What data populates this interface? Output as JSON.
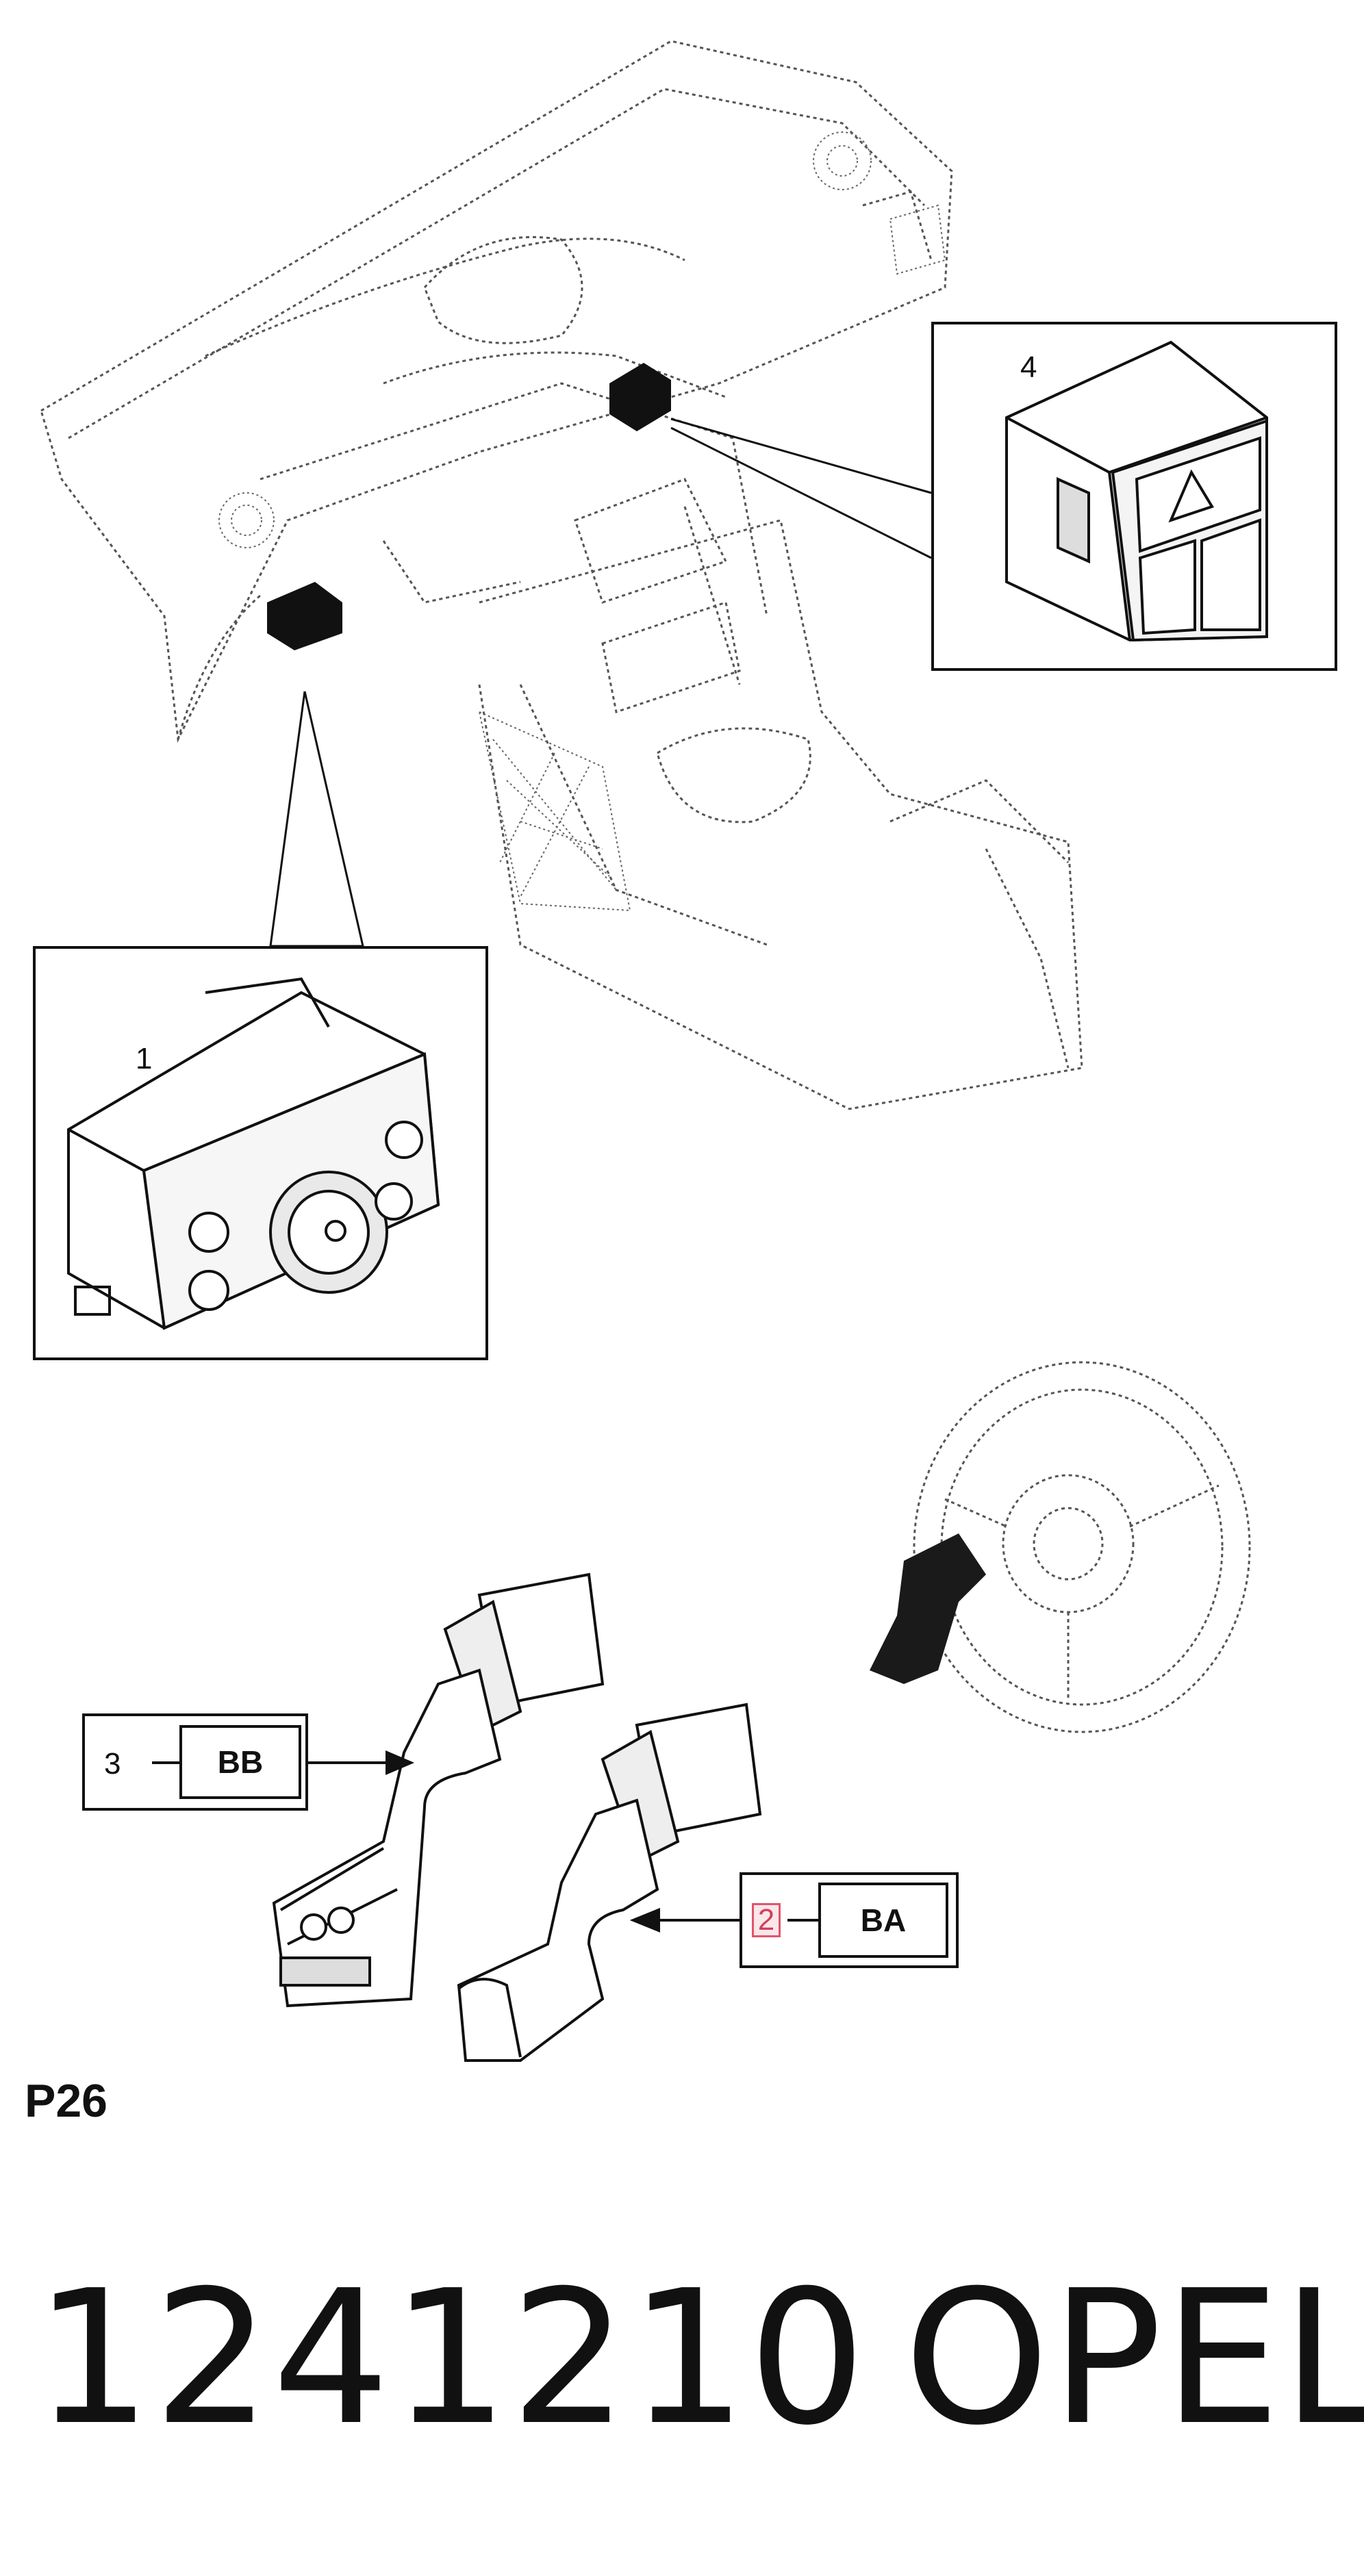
{
  "callouts": {
    "c1": "1",
    "c2": "2",
    "c3": "3",
    "c4": "4"
  },
  "codes": {
    "bb": "BB",
    "ba": "BA"
  },
  "page_code": "P26",
  "part_number": "1241210",
  "brand": "OPEL",
  "colors": {
    "line": "#111111",
    "dotted": "#555555",
    "highlight": "#e0556a"
  }
}
